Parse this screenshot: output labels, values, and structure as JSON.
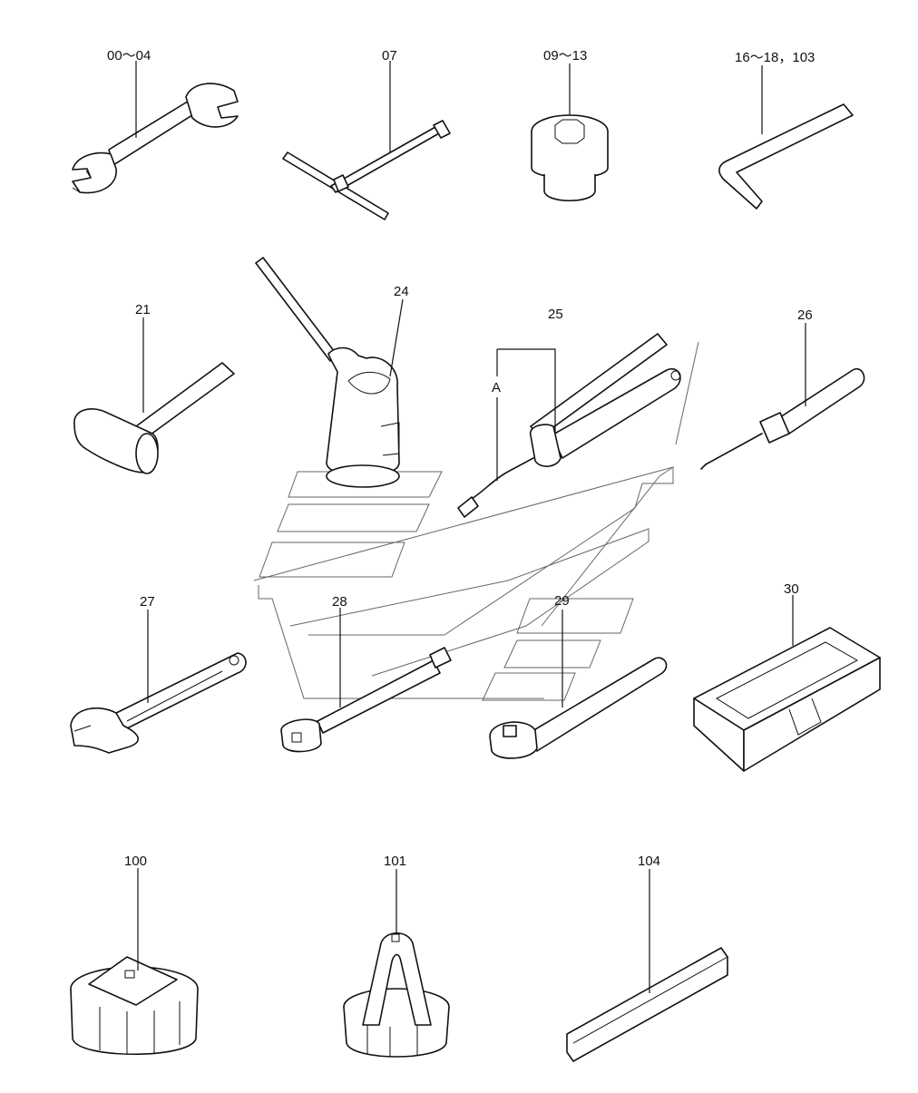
{
  "parts": [
    {
      "id": "p00-04",
      "label": "00～04",
      "name": "Open-end spanner"
    },
    {
      "id": "p07",
      "label": "07",
      "name": "T-handle socket wrench"
    },
    {
      "id": "p09-13",
      "label": "09～13",
      "name": "Socket"
    },
    {
      "id": "p16-18",
      "label": "16～18，103",
      "name": "Hex key"
    },
    {
      "id": "p21",
      "label": "21",
      "name": "Hammer"
    },
    {
      "id": "p24",
      "label": "24",
      "name": "Oil can"
    },
    {
      "id": "p25",
      "label": "25",
      "name": "Grease gun"
    },
    {
      "id": "p25a",
      "label": "A",
      "name": "Grease gun nozzle"
    },
    {
      "id": "p26",
      "label": "26",
      "name": "Screwdriver"
    },
    {
      "id": "p27",
      "label": "27",
      "name": "Adjustable wrench"
    },
    {
      "id": "p28",
      "label": "28",
      "name": "Extension bar"
    },
    {
      "id": "p29",
      "label": "29",
      "name": "Ratchet handle"
    },
    {
      "id": "p30",
      "label": "30",
      "name": "Tool box"
    },
    {
      "id": "p100",
      "label": "100",
      "name": "Filter wrench"
    },
    {
      "id": "p101",
      "label": "101",
      "name": "Filter wrench"
    },
    {
      "id": "p104",
      "label": "104",
      "name": "Hex bar"
    }
  ]
}
